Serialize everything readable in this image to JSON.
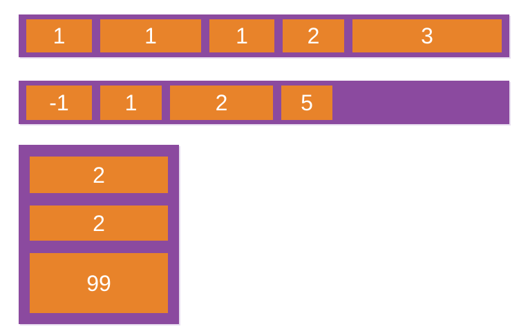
{
  "colors": {
    "background": "#ffffff",
    "container_purple": "#8b4a9f",
    "item_orange": "#e8832a",
    "item_text": "#ffffff",
    "container_edge": "#e7ddef"
  },
  "containers": [
    {
      "id": "top-row",
      "direction": "row",
      "items": [
        {
          "label": "1"
        },
        {
          "label": "1"
        },
        {
          "label": "1"
        },
        {
          "label": "2"
        },
        {
          "label": "3"
        }
      ]
    },
    {
      "id": "middle-row",
      "direction": "row",
      "items": [
        {
          "label": "-1"
        },
        {
          "label": "1"
        },
        {
          "label": "2"
        },
        {
          "label": "5"
        }
      ]
    },
    {
      "id": "vertical-column",
      "direction": "column",
      "items": [
        {
          "label": "2"
        },
        {
          "label": "2"
        },
        {
          "label": "99"
        }
      ]
    }
  ]
}
